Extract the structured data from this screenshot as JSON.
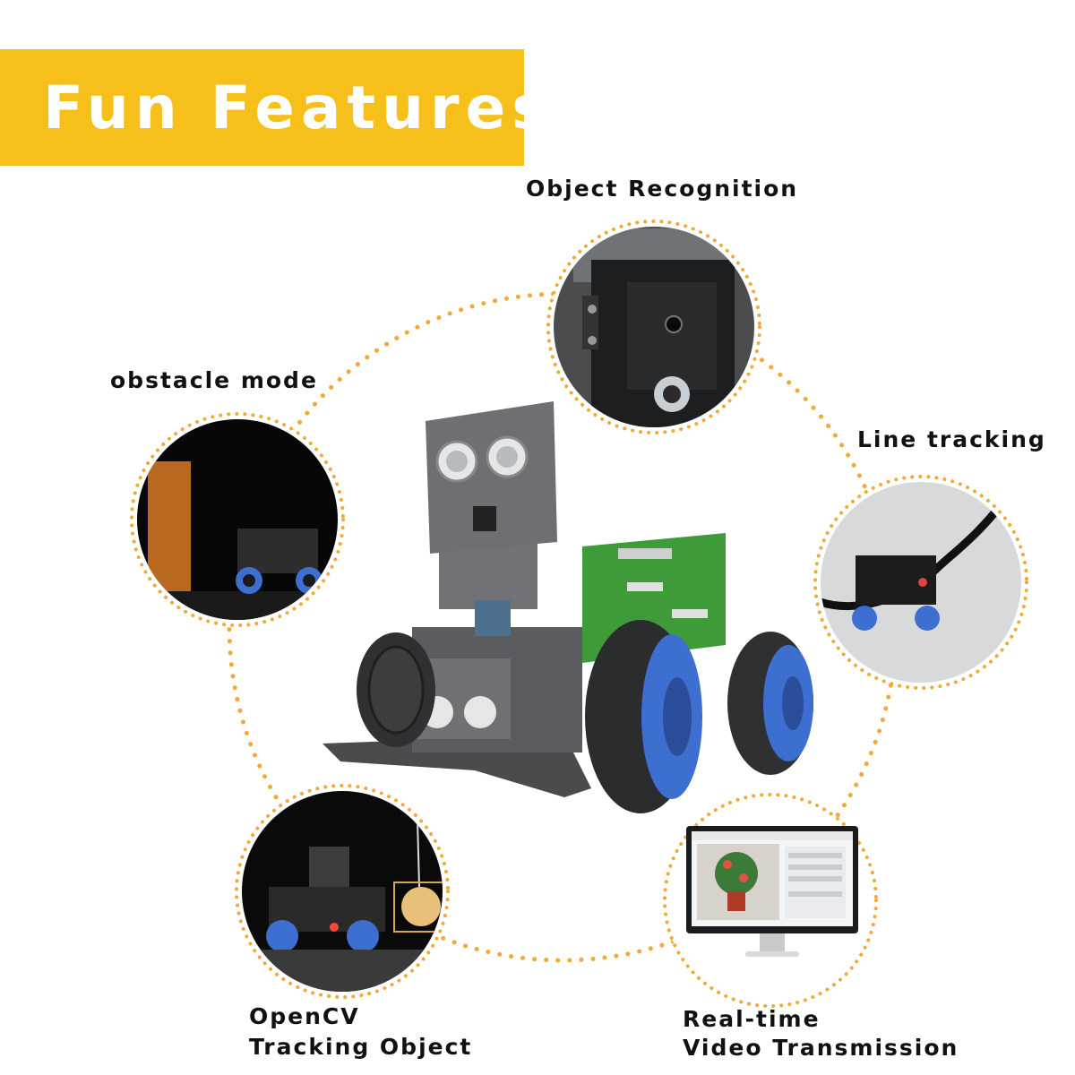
{
  "banner": {
    "title": "Fun Features"
  },
  "features": {
    "object_recognition": "Object Recognition",
    "obstacle_mode": "obstacle mode",
    "line_tracking": "Line tracking",
    "opencv_line1": "OpenCV",
    "opencv_line2": "Tracking Object",
    "video_line1": "Real-time",
    "video_line2": "Video Transmission"
  },
  "colors": {
    "banner": "#f6bf1a",
    "dotted_circle": "#f2a93b",
    "pcb_green": "#3f9a3a",
    "wheel_blue": "#3d6fd1"
  }
}
